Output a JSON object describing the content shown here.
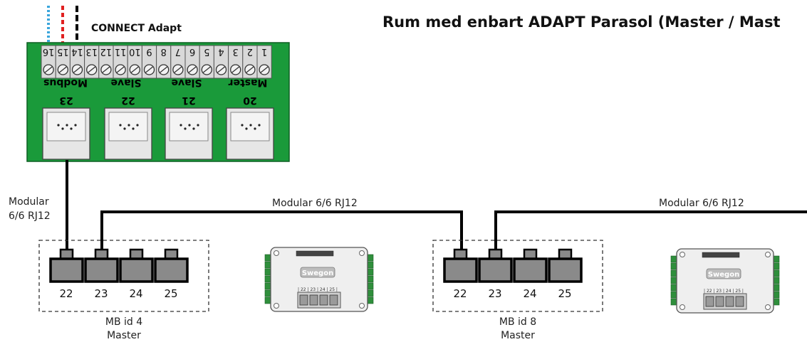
{
  "title": "Rum med enbart ADAPT Parasol (Master / Mast",
  "connect_label": "CONNECT Adapt",
  "terminal_numbers": [
    "16",
    "15",
    "14",
    "13",
    "12",
    "11",
    "10",
    "9",
    "8",
    "7",
    "6",
    "5",
    "4",
    "3",
    "2",
    "1"
  ],
  "group_labels": [
    "Modbus",
    "Slave",
    "Slave",
    "Master"
  ],
  "port_numbers": [
    "23",
    "22",
    "21",
    "20"
  ],
  "cable_labels": {
    "vertical": [
      "Modular",
      "6/6 RJ12"
    ],
    "mid": "Modular 6/6 RJ12",
    "right": "Modular 6/6 RJ12"
  },
  "devices": [
    {
      "ports": [
        "22",
        "23",
        "24",
        "25"
      ],
      "mb_id": "MB id 4",
      "role": "Master"
    },
    {
      "ports": [
        "22",
        "23",
        "24",
        "25"
      ],
      "mb_id": "MB id 8",
      "role": "Master"
    }
  ],
  "unit_brand": "Swegon",
  "unit_ports": [
    "22",
    "23",
    "24",
    "25"
  ],
  "colors": {
    "board_green": "#1a9a3a",
    "wire_blue": "#3aa6dc",
    "wire_red": "#e02020",
    "wire_black": "#000000"
  }
}
